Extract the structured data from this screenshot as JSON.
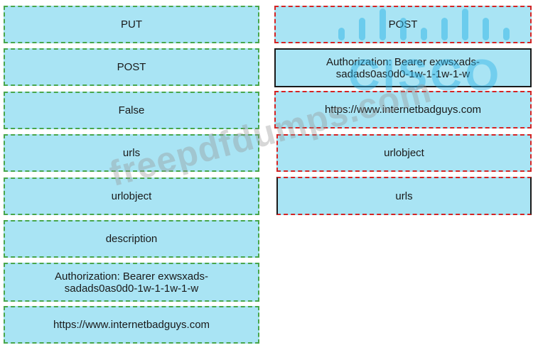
{
  "left_column": [
    {
      "text": "PUT"
    },
    {
      "text": "POST"
    },
    {
      "text": "False"
    },
    {
      "text": "urls"
    },
    {
      "text": "urlobject"
    },
    {
      "text": "description"
    },
    {
      "text": "Authorization: Bearer exwsxads-\nsadads0as0d0-1w-1-1w-1-w"
    },
    {
      "text": "https://www.internetbadguys.com"
    }
  ],
  "right_column": [
    {
      "text": "POST"
    },
    {
      "text": "Authorization: Bearer exwsxads-\nsadads0as0d0-1w-1-1w-1-w"
    },
    {
      "text": "https://www.internetbadguys.com"
    },
    {
      "text": "urlobject"
    },
    {
      "text": "urls"
    }
  ],
  "watermark": {
    "text": "freepdfdumps.com",
    "logo_text": "CISCO"
  },
  "colors": {
    "tile_fill": "#a9e4f4",
    "option_border": "#48a64c",
    "answer_border": "#d42424",
    "watermark": "#969696",
    "logo": "#2eb4e6"
  }
}
